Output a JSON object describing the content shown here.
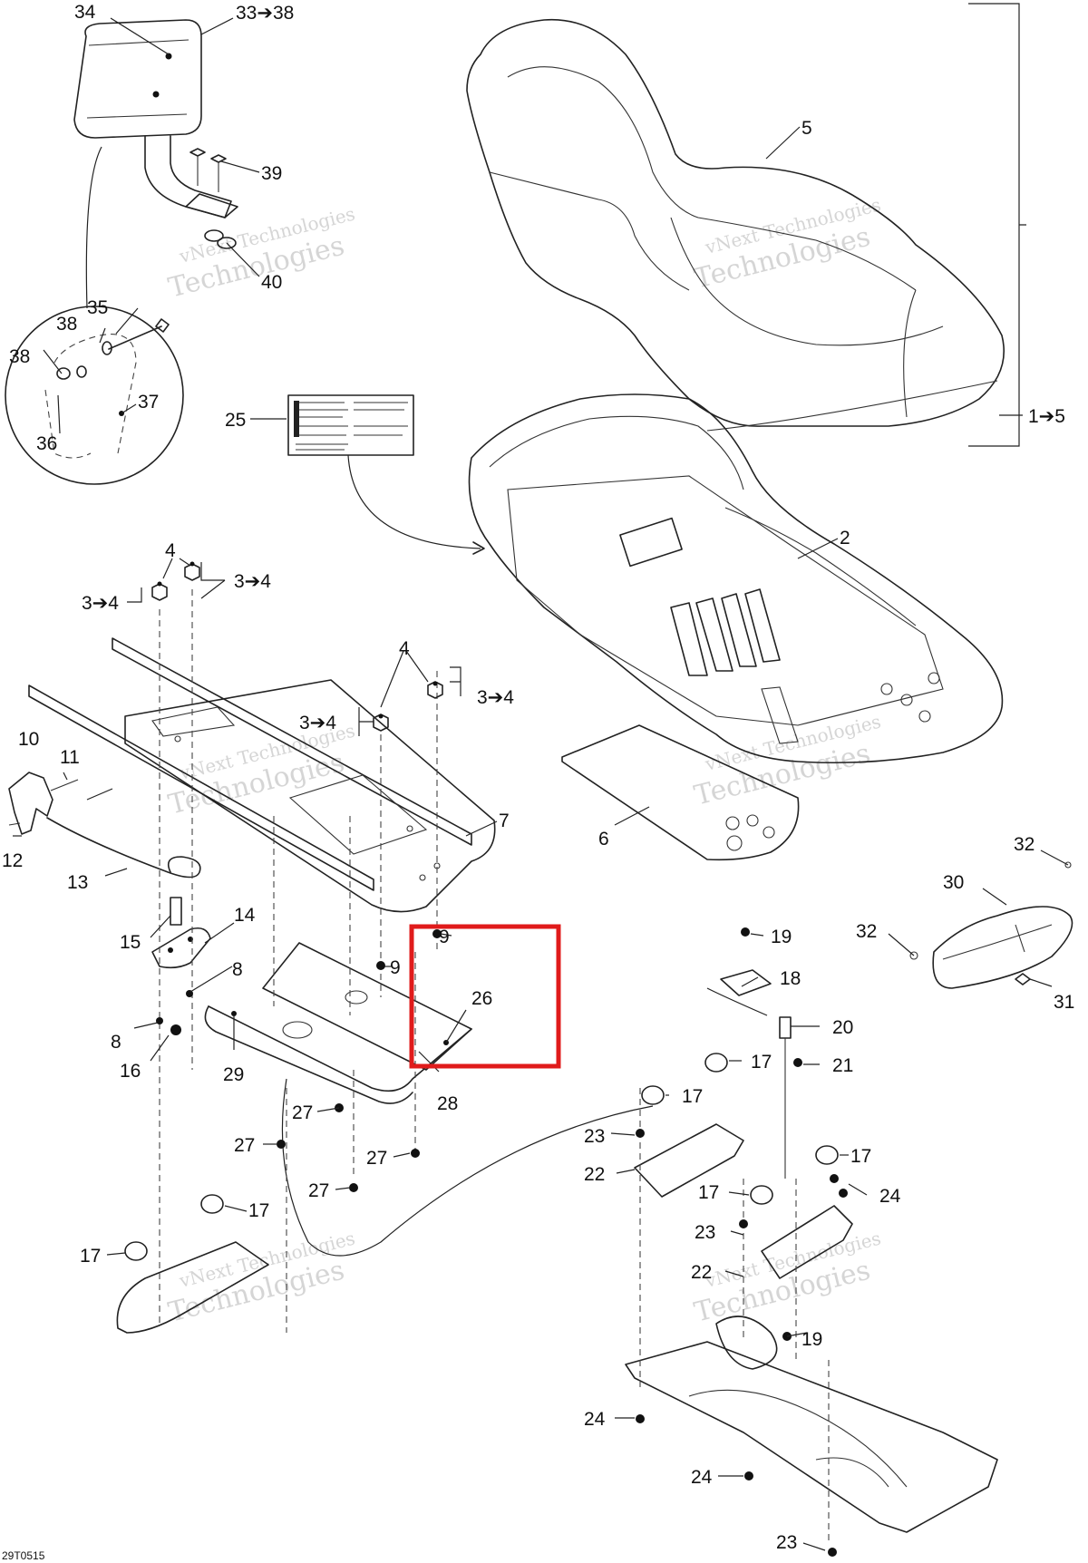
{
  "diagram_code": "29T0515",
  "watermark": {
    "line1": "vNext Technologies",
    "line2": "Technologies"
  },
  "callouts": [
    {
      "id": "c34",
      "text": "34"
    },
    {
      "id": "c33",
      "text": "33➔38"
    },
    {
      "id": "c39",
      "text": "39"
    },
    {
      "id": "c40",
      "text": "40"
    },
    {
      "id": "c35",
      "text": "35"
    },
    {
      "id": "c38a",
      "text": "38"
    },
    {
      "id": "c38b",
      "text": "38"
    },
    {
      "id": "c37",
      "text": "37"
    },
    {
      "id": "c36",
      "text": "36"
    },
    {
      "id": "c5",
      "text": "5"
    },
    {
      "id": "c1",
      "text": "1➔5"
    },
    {
      "id": "c25",
      "text": "25"
    },
    {
      "id": "c2",
      "text": "2"
    },
    {
      "id": "c4a",
      "text": "4"
    },
    {
      "id": "c34a",
      "text": "3➔4"
    },
    {
      "id": "c34b",
      "text": "3➔4"
    },
    {
      "id": "c4b",
      "text": "4"
    },
    {
      "id": "c34c",
      "text": "3➔4"
    },
    {
      "id": "c34d",
      "text": "3➔4"
    },
    {
      "id": "c10",
      "text": "10"
    },
    {
      "id": "c11",
      "text": "11"
    },
    {
      "id": "c12",
      "text": "12"
    },
    {
      "id": "c13",
      "text": "13"
    },
    {
      "id": "c7",
      "text": "7"
    },
    {
      "id": "c6",
      "text": "6"
    },
    {
      "id": "c32a",
      "text": "32"
    },
    {
      "id": "c30",
      "text": "30"
    },
    {
      "id": "c32b",
      "text": "32"
    },
    {
      "id": "c31",
      "text": "31"
    },
    {
      "id": "c14",
      "text": "14"
    },
    {
      "id": "c15",
      "text": "15"
    },
    {
      "id": "c9a",
      "text": "9"
    },
    {
      "id": "c9b",
      "text": "9"
    },
    {
      "id": "c26",
      "text": "26"
    },
    {
      "id": "c8a",
      "text": "8"
    },
    {
      "id": "c8b",
      "text": "8"
    },
    {
      "id": "c16",
      "text": "16"
    },
    {
      "id": "c29",
      "text": "29"
    },
    {
      "id": "c28",
      "text": "28"
    },
    {
      "id": "c19a",
      "text": "19"
    },
    {
      "id": "c18",
      "text": "18"
    },
    {
      "id": "c20",
      "text": "20"
    },
    {
      "id": "c17a",
      "text": "17"
    },
    {
      "id": "c21",
      "text": "21"
    },
    {
      "id": "c17b",
      "text": "17"
    },
    {
      "id": "c23a",
      "text": "23"
    },
    {
      "id": "c22a",
      "text": "22"
    },
    {
      "id": "c17c",
      "text": "17"
    },
    {
      "id": "c24a",
      "text": "24"
    },
    {
      "id": "c17d",
      "text": "17"
    },
    {
      "id": "c23b",
      "text": "23"
    },
    {
      "id": "c22b",
      "text": "22"
    },
    {
      "id": "c19b",
      "text": "19"
    },
    {
      "id": "c27a",
      "text": "27"
    },
    {
      "id": "c27b",
      "text": "27"
    },
    {
      "id": "c27c",
      "text": "27"
    },
    {
      "id": "c27d",
      "text": "27"
    },
    {
      "id": "c17e",
      "text": "17"
    },
    {
      "id": "c17f",
      "text": "17"
    },
    {
      "id": "c24b",
      "text": "24"
    },
    {
      "id": "c24c",
      "text": "24"
    },
    {
      "id": "c23c",
      "text": "23"
    }
  ],
  "highlight": {
    "color": "#e01b1b",
    "part": "26"
  }
}
